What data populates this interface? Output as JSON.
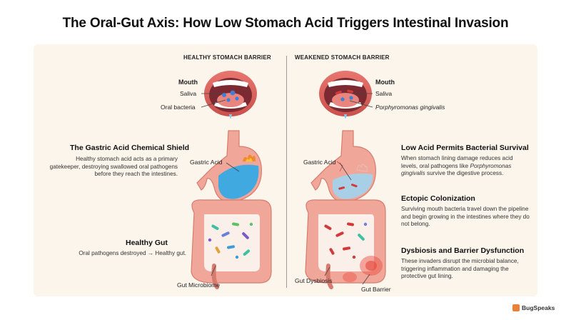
{
  "title": "The Oral-Gut Axis: How Low Stomach Acid Triggers Intestinal Invasion",
  "left": {
    "header": "HEALTHY STOMACH BARRIER",
    "mouth": "Mouth",
    "saliva": "Saliva",
    "bacteria": "Oral bacteria",
    "gastric_acid": "Gastric Acid",
    "shield_heading": "The Gastric Acid Chemical Shield",
    "shield_text": "Healthy stomach acid acts as a primary gatekeeper, destroying swallowed oral pathogens before they reach the intestines.",
    "gut_heading": "Healthy Gut",
    "gut_text": "Oral pathogens destroyed → Healthy gut.",
    "microbiome": "Gut Microbiome"
  },
  "right": {
    "header": "WEAKENED STOMACH BARRIER",
    "mouth": "Mouth",
    "saliva": "Saliva",
    "bacteria": "Porphyromonas gingivalis",
    "gastric_acid": "Gastric Acid",
    "low_acid_heading": "Low Acid Permits Bacterial Survival",
    "low_acid_text_a": "When stomach lining damage reduces acid levels, oral pathogens like",
    "low_acid_text_b": "Porphyromonas gingivalis",
    "low_acid_text_c": "survive the digestive process.",
    "ectopic_heading": "Ectopic Colonization",
    "ectopic_text": "Surviving mouth bacteria travel down the pipeline and begin growing in the intestines where they do not belong.",
    "dysbiosis_heading": "Dysbiosis and Barrier Dysfunction",
    "dysbiosis_text": "These invaders disrupt the microbial balance, triggering inflammation and damaging the protective gut lining.",
    "gut_dysbiosis": "Gut Dysbiosis",
    "gut_barrier": "Gut Barrier"
  },
  "brand": "BugSpeaks",
  "colors": {
    "panel": "#fbf5ec",
    "tissue": "#f0a79a",
    "tissue_dark": "#d77b6e",
    "acid": "#3fa9e0",
    "pathogen": "#d23a3a",
    "accent": "#e8823a"
  }
}
